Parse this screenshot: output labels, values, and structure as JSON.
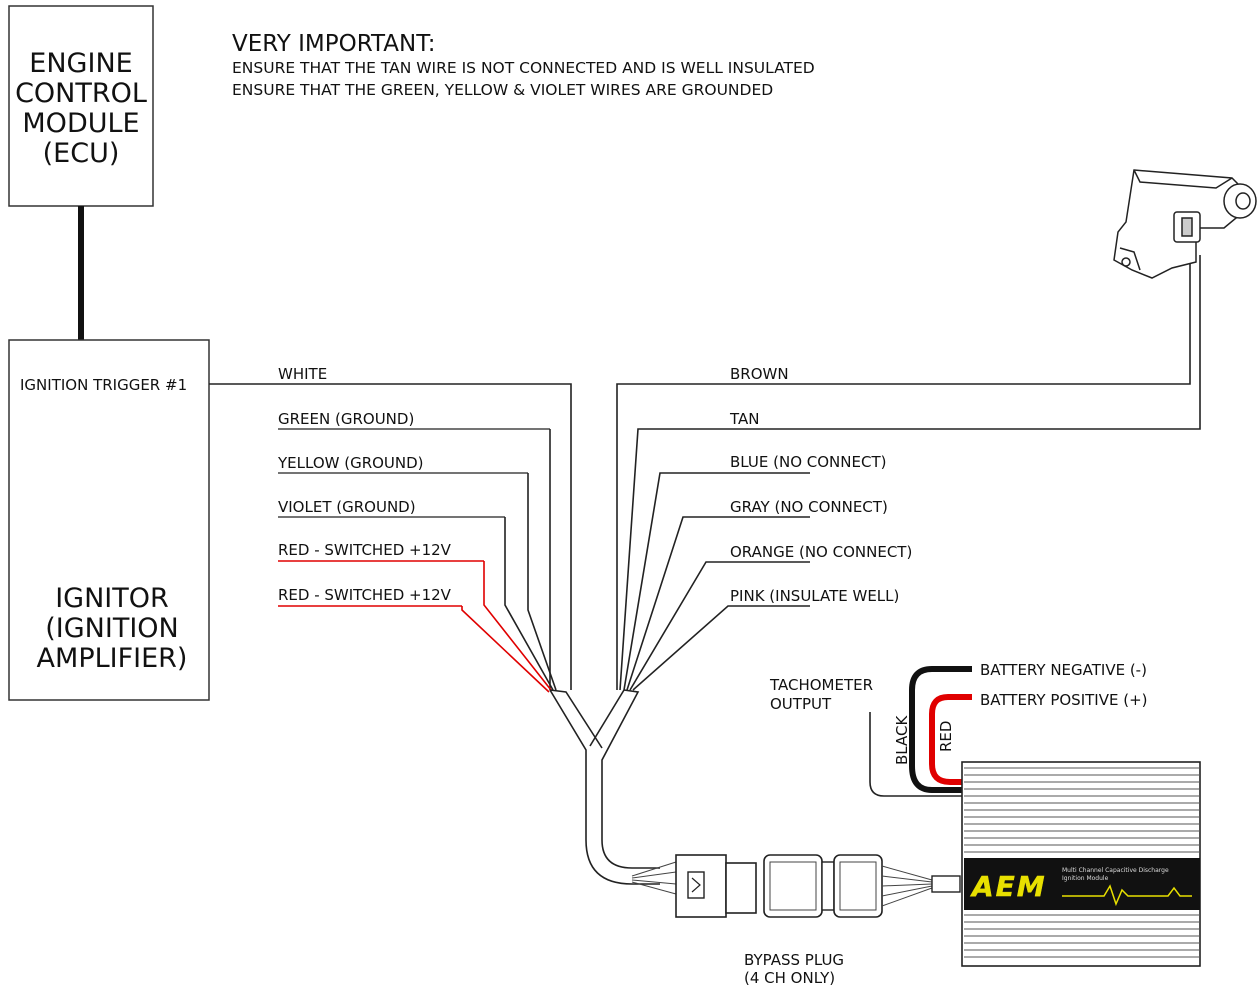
{
  "ecu_box": {
    "lines": [
      "ENGINE",
      "CONTROL",
      "MODULE",
      "(ECU)"
    ]
  },
  "ignitor_box": {
    "trigger_label": "IGNITION TRIGGER #1",
    "lines": [
      "IGNITOR",
      "(IGNITION",
      "AMPLIFIER)"
    ]
  },
  "warning": {
    "title": "VERY IMPORTANT:",
    "line1": "ENSURE THAT THE TAN WIRE IS NOT CONNECTED AND IS WELL INSULATED",
    "line2": "ENSURE THAT THE GREEN, YELLOW & VIOLET WIRES ARE GROUNDED"
  },
  "left_wires": [
    {
      "label": "WHITE",
      "color": "#222222"
    },
    {
      "label": "GREEN (GROUND)",
      "color": "#222222"
    },
    {
      "label": "YELLOW (GROUND)",
      "color": "#222222"
    },
    {
      "label": "VIOLET (GROUND)",
      "color": "#222222"
    },
    {
      "label": "RED - SWITCHED +12V",
      "color": "#e00000"
    },
    {
      "label": "RED - SWITCHED +12V",
      "color": "#e00000"
    }
  ],
  "right_wires": [
    {
      "label": "BROWN"
    },
    {
      "label": "TAN"
    },
    {
      "label": "BLUE (NO CONNECT)"
    },
    {
      "label": "GRAY (NO CONNECT)"
    },
    {
      "label": "ORANGE (NO CONNECT)"
    },
    {
      "label": "PINK (INSULATE WELL)"
    }
  ],
  "module": {
    "tach_line1": "TACHOMETER",
    "tach_line2": "OUTPUT",
    "black_label": "BLACK",
    "red_label": "RED",
    "battery_negative": "BATTERY NEGATIVE (-)",
    "battery_positive": "BATTERY POSITIVE (+)",
    "logo_text": "AEM",
    "subtitle_line1": "Multi Channel Capacitive Discharge",
    "subtitle_line2": "Ignition Module"
  },
  "bypass": {
    "line1": "BYPASS PLUG",
    "line2": "(4 CH ONLY)"
  },
  "colors": {
    "red_wire": "#e00000",
    "black_wire": "#111111",
    "logo_yellow": "#e8e000"
  }
}
